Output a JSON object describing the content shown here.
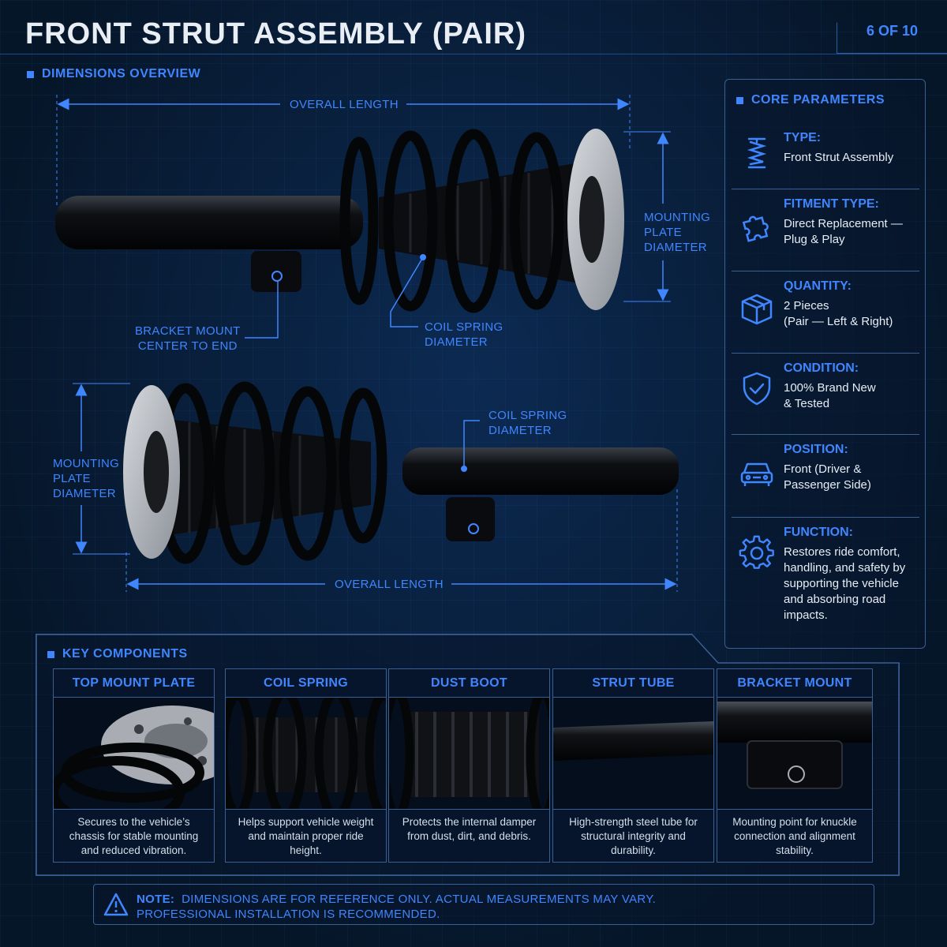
{
  "header": {
    "title": "FRONT STRUT ASSEMBLY (PAIR)",
    "page_indicator": "6 OF 10"
  },
  "dimensions": {
    "section_label": "DIMENSIONS OVERVIEW",
    "overall_length_top": "OVERALL LENGTH",
    "overall_length_bottom": "OVERALL LENGTH",
    "mounting_plate_top_1": "MOUNTING",
    "mounting_plate_top_2": "PLATE",
    "mounting_plate_top_3": "DIAMETER",
    "mounting_plate_bottom_1": "MOUNTING",
    "mounting_plate_bottom_2": "PLATE",
    "mounting_plate_bottom_3": "DIAMETER",
    "bracket_mount_1": "BRACKET MOUNT",
    "bracket_mount_2": "CENTER TO END",
    "coil_spring_top_1": "COIL SPRING",
    "coil_spring_top_2": "DIAMETER",
    "coil_spring_bottom_1": "COIL SPRING",
    "coil_spring_bottom_2": "DIAMETER"
  },
  "core_parameters": {
    "section_label": "CORE PARAMETERS",
    "items": [
      {
        "key": "TYPE:",
        "value": "Front Strut Assembly",
        "icon": "spring-icon"
      },
      {
        "key": "FITMENT TYPE:",
        "value": "Direct Replacement — Plug & Play",
        "icon": "puzzle-icon"
      },
      {
        "key": "QUANTITY:",
        "value": "2 Pieces\n(Pair — Left & Right)",
        "icon": "box-icon"
      },
      {
        "key": "CONDITION:",
        "value": "100% Brand New\n& Tested",
        "icon": "shield-check-icon"
      },
      {
        "key": "POSITION:",
        "value": "Front (Driver &\nPassenger Side)",
        "icon": "car-icon"
      },
      {
        "key": "FUNCTION:",
        "value": "Restores ride comfort, handling, and safety by supporting the vehicle and absorbing road impacts.",
        "icon": "gear-icon"
      }
    ]
  },
  "key_components": {
    "section_label": "KEY COMPONENTS",
    "cards": [
      {
        "title": "TOP MOUNT PLATE",
        "text": "Secures to the vehicle’s chassis for stable mounting and reduced vibration."
      },
      {
        "title": "COIL SPRING",
        "text": "Helps support vehicle weight and maintain proper ride height."
      },
      {
        "title": "DUST BOOT",
        "text": "Protects the internal damper from dust, dirt, and debris."
      },
      {
        "title": "STRUT TUBE",
        "text": "High-strength steel tube for structural integrity and durability."
      },
      {
        "title": "BRACKET MOUNT",
        "text": "Mounting point for knuckle connection and alignment stability."
      }
    ]
  },
  "note": {
    "label": "NOTE:",
    "line1": "DIMENSIONS ARE FOR REFERENCE ONLY. ACTUAL MEASUREMENTS MAY VARY.",
    "line2": "PROFESSIONAL INSTALLATION IS RECOMMENDED."
  },
  "colors": {
    "accent": "#3f86ff",
    "background": "#071a33",
    "border": "#3a5f93"
  }
}
